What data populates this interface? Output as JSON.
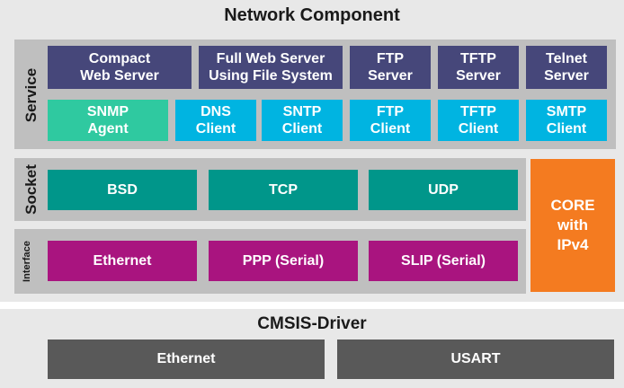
{
  "title": "Network Component",
  "colors": {
    "navy": "#46477a",
    "cyan": "#00b4e1",
    "mint": "#2fc9a0",
    "teal": "#00968a",
    "magenta": "#a9147f",
    "orange": "#f47b20",
    "dark_gray": "#595959",
    "band_gray": "#bfbfbf",
    "panel_gray": "#e8e8e8"
  },
  "layers": {
    "service": {
      "label": "Service",
      "row1": [
        "Compact\nWeb Server",
        "Full Web Server\nUsing File System",
        "FTP\nServer",
        "TFTP\nServer",
        "Telnet\nServer"
      ],
      "row2": [
        "SNMP\nAgent",
        "DNS\nClient",
        "SNTP\nClient",
        "FTP\nClient",
        "TFTP\nClient",
        "SMTP\nClient"
      ]
    },
    "socket": {
      "label": "Socket",
      "items": [
        "BSD",
        "TCP",
        "UDP"
      ]
    },
    "interface": {
      "label": "Interface",
      "items": [
        "Ethernet",
        "PPP (Serial)",
        "SLIP (Serial)"
      ]
    },
    "core": {
      "label": "CORE\nwith\nIPv4"
    }
  },
  "driver": {
    "title": "CMSIS-Driver",
    "items": [
      "Ethernet",
      "USART"
    ]
  }
}
